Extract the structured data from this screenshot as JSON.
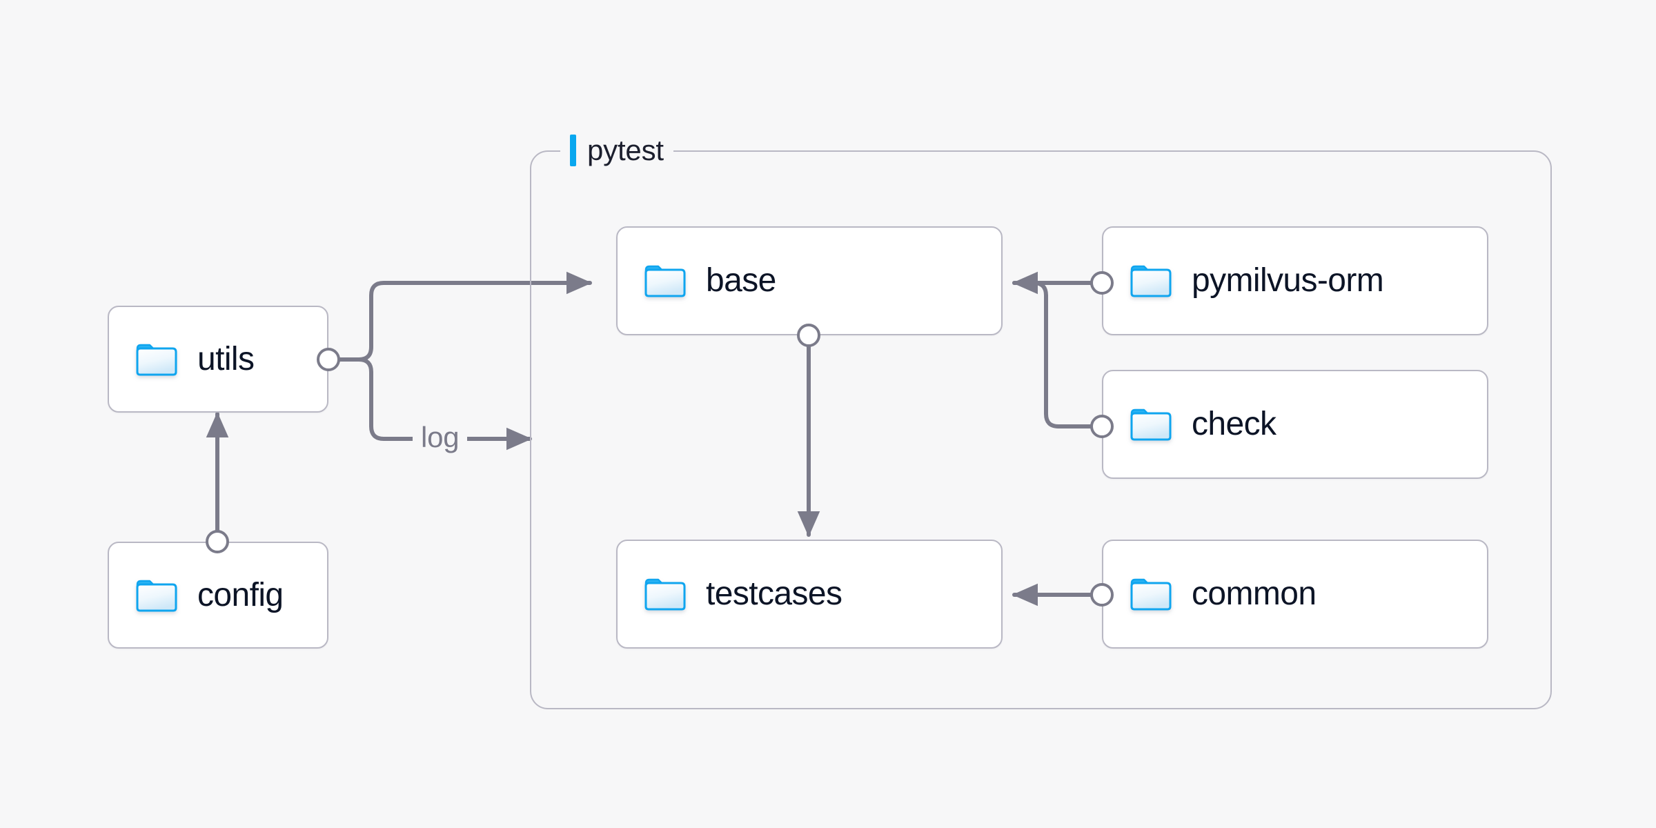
{
  "canvas": {
    "background": "#f7f7f8",
    "edge_color": "#7b7b8a",
    "node_border_color": "#b9b8c4",
    "node_fill": "#ffffff",
    "label_color": "#0c1426",
    "accent_color": "#09a7ef"
  },
  "group": {
    "label": "pytest",
    "accent_bar_color": "#09a7ef"
  },
  "nodes": [
    {
      "id": "utils",
      "label": "utils",
      "icon": "folder-icon"
    },
    {
      "id": "config",
      "label": "config",
      "icon": "folder-icon"
    },
    {
      "id": "base",
      "label": "base",
      "icon": "folder-icon"
    },
    {
      "id": "testcases",
      "label": "testcases",
      "icon": "folder-icon"
    },
    {
      "id": "pymilvus-orm",
      "label": "pymilvus-orm",
      "icon": "folder-icon"
    },
    {
      "id": "check",
      "label": "check",
      "icon": "folder-icon"
    },
    {
      "id": "common",
      "label": "common",
      "icon": "folder-icon"
    }
  ],
  "edges": [
    {
      "id": "config-utils",
      "from": "config",
      "to": "utils",
      "label": ""
    },
    {
      "id": "utils-base",
      "from": "utils",
      "to": "base",
      "label": ""
    },
    {
      "id": "utils-log",
      "from": "utils",
      "to": "pytest",
      "label": "log"
    },
    {
      "id": "base-testcases",
      "from": "base",
      "to": "testcases",
      "label": ""
    },
    {
      "id": "pymilvusorm-base",
      "from": "pymilvus-orm",
      "to": "base",
      "label": ""
    },
    {
      "id": "check-base",
      "from": "check",
      "to": "base",
      "label": ""
    },
    {
      "id": "common-testcases",
      "from": "common",
      "to": "testcases",
      "label": ""
    }
  ]
}
